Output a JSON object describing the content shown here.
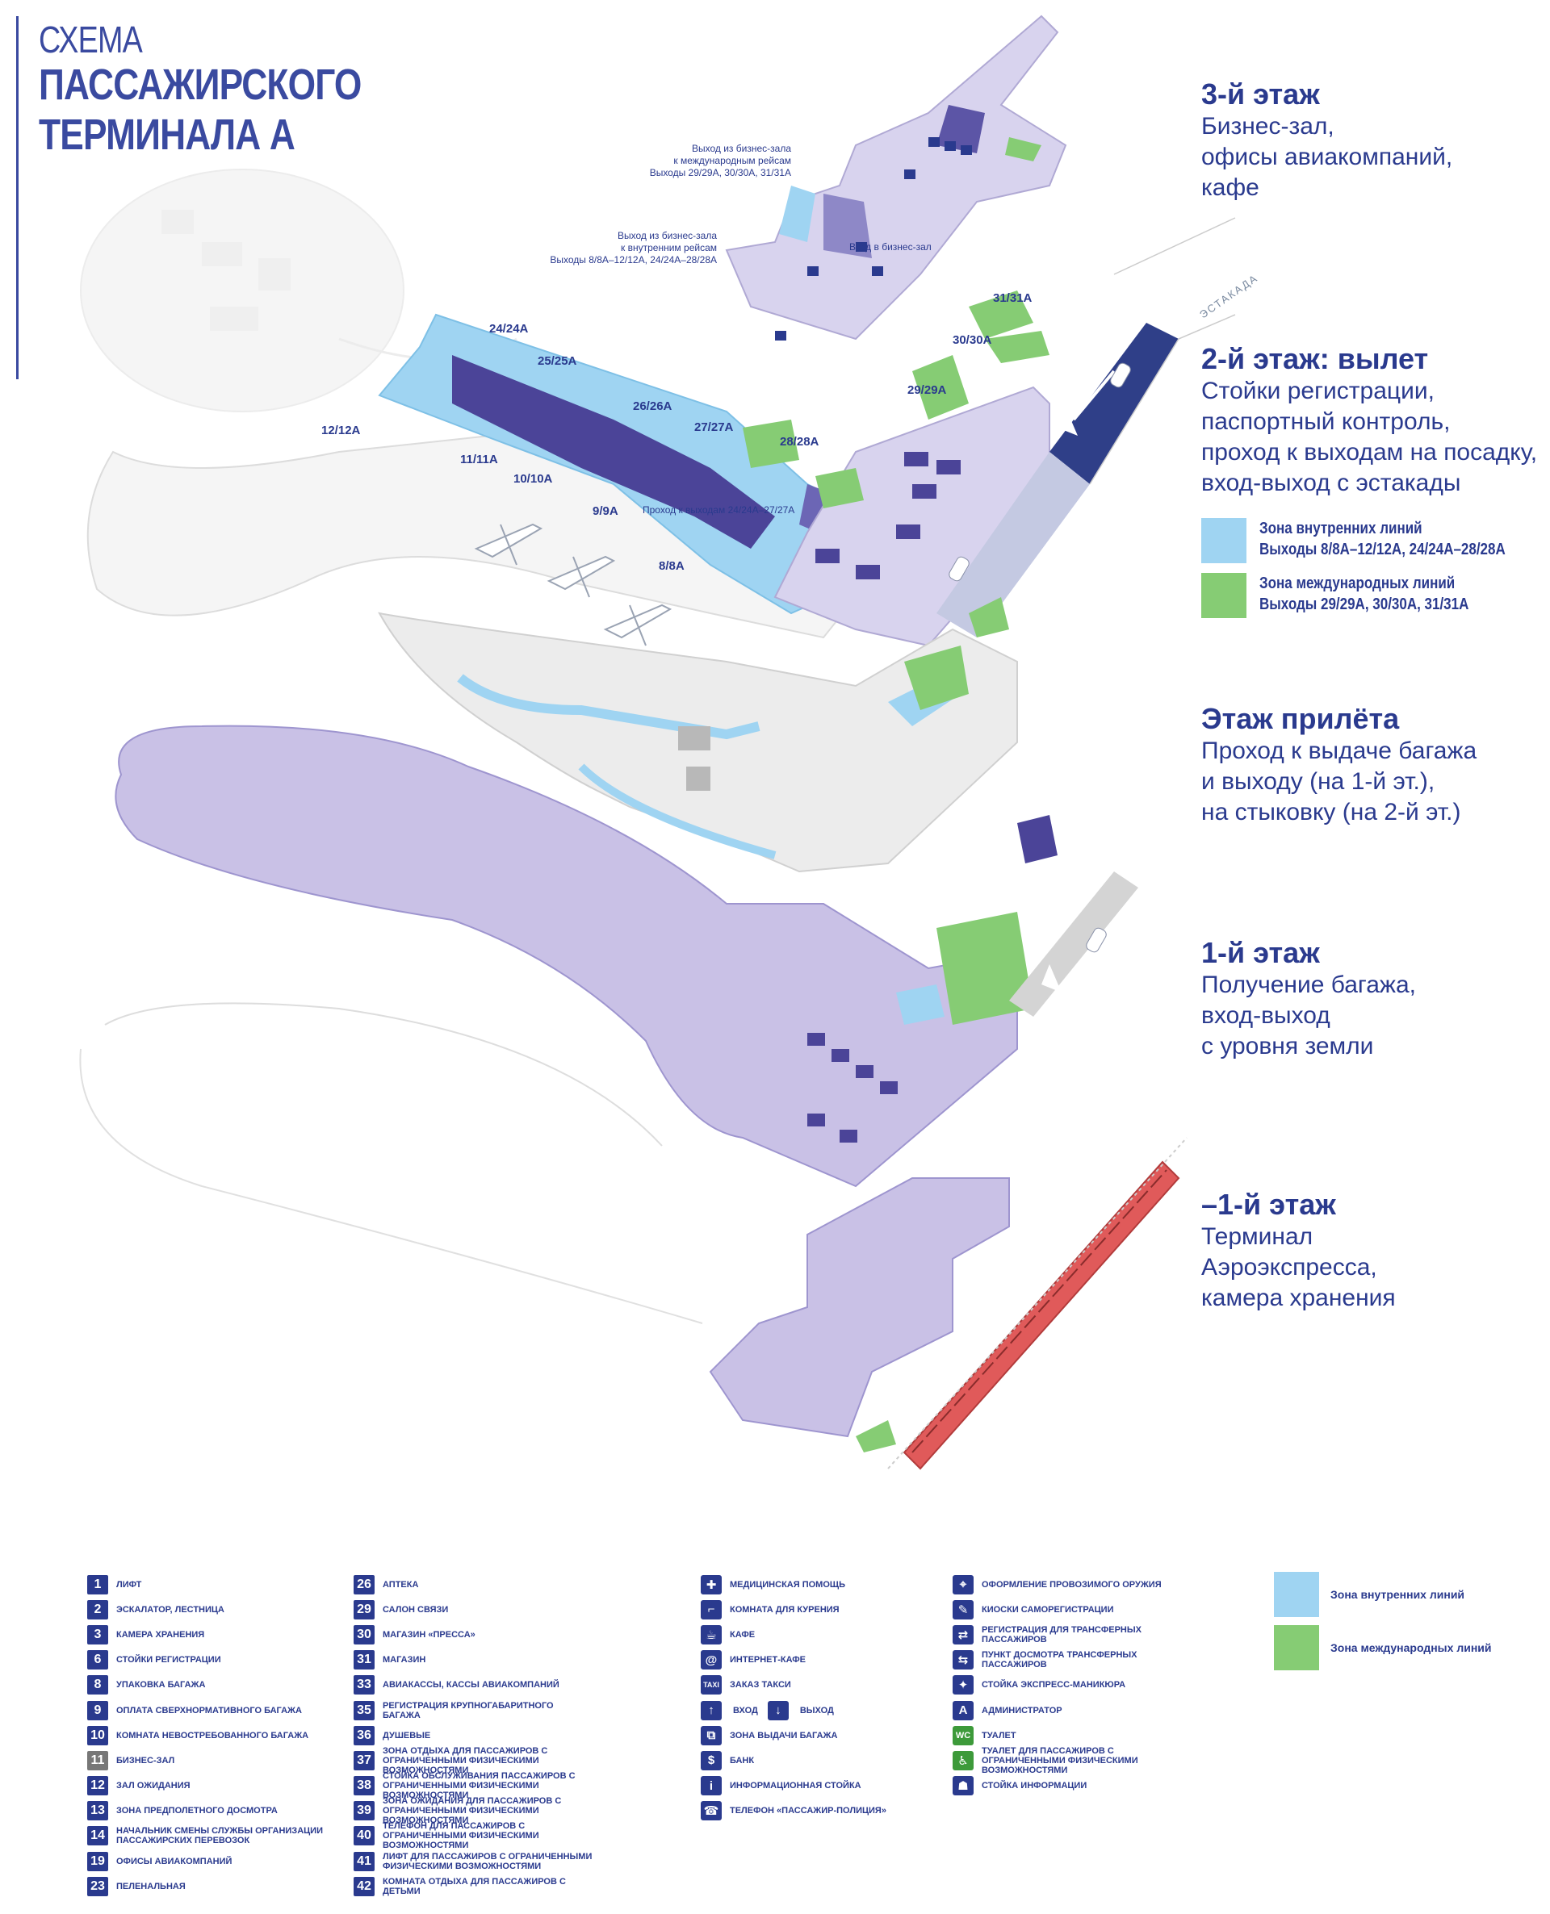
{
  "title": {
    "line1": "СХЕМА",
    "line2": "ПАССАЖИРСКОГО",
    "line3": "ТЕРМИНАЛА А"
  },
  "colors": {
    "domestic": "#9fd4f2",
    "international": "#86cc74",
    "lilac": "#cdc6e6",
    "navy": "#2a3a8e",
    "grey_floor": "#e6e6e6"
  },
  "floors": [
    {
      "heading": "3-й этаж",
      "desc": "Бизнес-зал,\nофисы авиакомпаний,\nкафе"
    },
    {
      "heading": "2-й этаж: вылет",
      "desc": "Стойки регистрации,\nпаспортный контроль,\nпроход к выходам на посадку,\nвход-выход с эстакады"
    },
    {
      "heading": "Этаж прилёта",
      "desc": "Проход к выдаче багажа\nи выходу (на 1-й эт.),\nна стыковку (на 2-й эт.)"
    },
    {
      "heading": "1-й этаж",
      "desc": "Получение багажа,\nвход-выход\nс уровня земли"
    },
    {
      "heading": "–1-й этаж",
      "desc": "Терминал\nАэроэкспресса,\nкамера хранения"
    }
  ],
  "zones": {
    "domestic": "Зона внутренних линий\nВыходы 8/8А–12/12А, 24/24А–28/28А",
    "international": "Зона международных линий\nВыходы 29/29А, 30/30А, 31/31А"
  },
  "map": {
    "estakada": "ЭСТАКАДА",
    "gates": [
      "24/24A",
      "25/25A",
      "26/26A",
      "27/27A",
      "28/28A",
      "12/12A",
      "11/11A",
      "10/10A",
      "9/9A",
      "8/8A",
      "29/29A",
      "30/30A",
      "31/31A"
    ],
    "notes": {
      "exit_intl": "Выход из бизнес-зала\nк международным рейсам\nВыходы 29/29А, 30/30А, 31/31А",
      "exit_dom": "Выход из бизнес-зала\nк внутренним рейсам\nВыходы 8/8А–12/12А, 24/24А–28/28А",
      "entry_biz": "Вход в бизнес-зал",
      "pass_gates": "Проход к выходам\n24/24А–27/27А"
    }
  },
  "legend": {
    "col1": [
      {
        "n": "1",
        "t": "Лифт"
      },
      {
        "n": "2",
        "t": "Эскалатор, лестница"
      },
      {
        "n": "3",
        "t": "Камера хранения"
      },
      {
        "n": "6",
        "t": "Стойки регистрации"
      },
      {
        "n": "8",
        "t": "Упаковка багажа"
      },
      {
        "n": "9",
        "t": "Оплата сверхнормативного багажа"
      },
      {
        "n": "10",
        "t": "Комната невостребованного багажа"
      },
      {
        "n": "11",
        "t": "Бизнес-зал",
        "grey": true
      },
      {
        "n": "12",
        "t": "Зал ожидания"
      },
      {
        "n": "13",
        "t": "Зона предполетного досмотра"
      },
      {
        "n": "14",
        "t": "Начальник смены службы организации пассажирских перевозок"
      },
      {
        "n": "19",
        "t": "Офисы авиакомпаний"
      },
      {
        "n": "23",
        "t": "Пеленальная"
      }
    ],
    "col2": [
      {
        "n": "26",
        "t": "Аптека"
      },
      {
        "n": "29",
        "t": "Салон связи"
      },
      {
        "n": "30",
        "t": "Магазин «Пресса»"
      },
      {
        "n": "31",
        "t": "Магазин"
      },
      {
        "n": "33",
        "t": "Авиакассы, кассы авиакомпаний"
      },
      {
        "n": "35",
        "t": "Регистрация крупногабаритного багажа"
      },
      {
        "n": "36",
        "t": "Душевые"
      },
      {
        "n": "37",
        "t": "Зона отдыха для пассажиров с ограниченными физическими возможностями"
      },
      {
        "n": "38",
        "t": "Стойка обслуживания пассажиров с ограниченными физическими возможностями"
      },
      {
        "n": "39",
        "t": "Зона ожидания для пассажиров с ограниченными физическими возможностями"
      },
      {
        "n": "40",
        "t": "Телефон для пассажиров с ограниченными физическими возможностями"
      },
      {
        "n": "41",
        "t": "Лифт для пассажиров с ограниченными физическими возможностями"
      },
      {
        "n": "42",
        "t": "Комната отдыха для пассажиров с детьми"
      }
    ],
    "col3": [
      {
        "i": "✚",
        "t": "Медицинская помощь"
      },
      {
        "i": "⌐",
        "t": "Комната для курения"
      },
      {
        "i": "☕",
        "t": "Кафе"
      },
      {
        "i": "@",
        "t": "Интернет-кафе"
      },
      {
        "i": "TAXI",
        "t": "Заказ такси"
      },
      {
        "pair": [
          {
            "i": "↑",
            "t": "Вход"
          },
          {
            "i": "↓",
            "t": "Выход"
          }
        ]
      },
      {
        "i": "⧉",
        "t": "Зона выдачи багажа"
      },
      {
        "i": "$",
        "t": "Банк"
      },
      {
        "i": "i",
        "t": "Информационная стойка"
      },
      {
        "i": "☎",
        "t": "Телефон «Пассажир-полиция»"
      }
    ],
    "col4": [
      {
        "i": "⌖",
        "t": "Оформление провозимого оружия"
      },
      {
        "i": "✎",
        "t": "Киоски саморегистрации"
      },
      {
        "i": "⇄",
        "t": "Регистрация для трансферных пассажиров"
      },
      {
        "i": "⇆",
        "t": "Пункт досмотра трансферных пассажиров"
      },
      {
        "i": "✦",
        "t": "Стойка экспресс-маникюра"
      },
      {
        "i": "A",
        "t": "Администратор"
      },
      {
        "i": "WC",
        "t": "Туалет",
        "green": true
      },
      {
        "i": "♿",
        "t": "Туалет для пассажиров с ограниченными физическими возможностями",
        "green": true
      },
      {
        "i": "☗",
        "t": "Стойка информации"
      }
    ],
    "zone_domestic": "Зона внутренних линий",
    "zone_international": "Зона международных линий"
  }
}
